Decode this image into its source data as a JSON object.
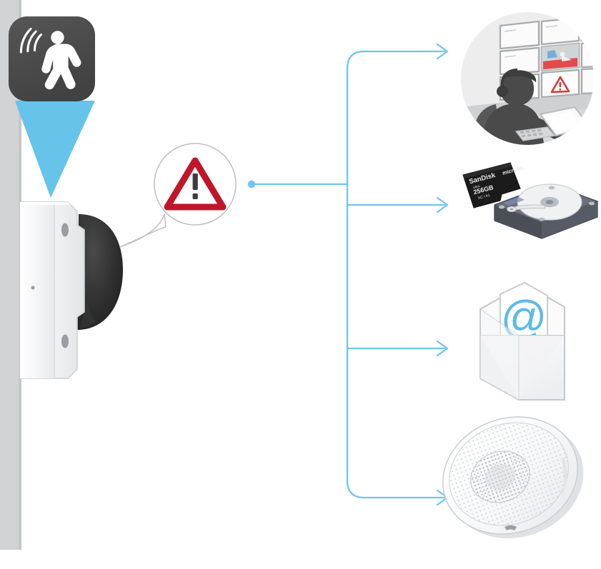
{
  "diagram": {
    "title": "Camera motion detection alert routing",
    "colors": {
      "accent_blue": "#6ec6ef",
      "cone_blue": "#66c3ea",
      "wall_gray": "#d2d3d5",
      "icon_dark": "#4a4a4a",
      "warning_red": "#c0152a",
      "dome_dark": "#2e2e2e",
      "camera_white": "#f4f5f6",
      "outline_gray": "#b6b8ba",
      "circle_bg": "#ededed",
      "drive_body": "#5a5f6a",
      "card_black": "#1b1b1b",
      "background": "#ffffff"
    }
  },
  "source": {
    "motion_icon": {
      "name": "motion-detection-icon",
      "glyph": "walking-person-with-motion-waves",
      "shape": "rounded-square"
    },
    "detection_cone": {
      "name": "detection-cone",
      "shape": "inverted-triangle"
    },
    "camera": {
      "name": "dome-camera",
      "mount": "wall-mounted",
      "view": "side-profile"
    },
    "wall": {
      "name": "wall-surface"
    }
  },
  "alert": {
    "bubble": {
      "name": "alert-speech-bubble",
      "shape": "circle-with-tail"
    },
    "warning_symbol": {
      "name": "warning-triangle-icon",
      "glyph": "!"
    },
    "origin_dot": {
      "name": "connector-origin-dot"
    }
  },
  "routing": {
    "trunk_name": "alert-distribution-trunk",
    "branches": [
      {
        "id": "branch-1",
        "target": "surveillance-operator",
        "arrow": "arrow-right"
      },
      {
        "id": "branch-2",
        "target": "storage-media",
        "arrow": "arrow-right"
      },
      {
        "id": "branch-3",
        "target": "email-notification",
        "arrow": "arrow-right"
      },
      {
        "id": "branch-4",
        "target": "network-speaker",
        "arrow": "arrow-right"
      }
    ]
  },
  "destinations": [
    {
      "id": "surveillance-operator",
      "name": "surveillance-operator-illustration",
      "description": "Security operator at video monitoring wall",
      "elements": [
        "monitor-wall",
        "operator-silhouette",
        "headset",
        "keyboard",
        "alert-on-screen"
      ]
    },
    {
      "id": "storage-media",
      "name": "storage-media-illustration",
      "description": "Memory card and hard disk drive",
      "memory_card": {
        "brand": "SanDisk",
        "line": "Ultra",
        "capacity": "256GB",
        "class_marks": "XC I",
        "speed_marks": "A1"
      },
      "hard_drive": {
        "name": "hard-disk-drive",
        "parts": [
          "platter",
          "spindle",
          "actuator-arm"
        ]
      }
    },
    {
      "id": "email-notification",
      "name": "email-envelope-illustration",
      "description": "Open envelope with at-sign letter",
      "symbol": "@"
    },
    {
      "id": "network-speaker",
      "name": "network-speaker-illustration",
      "description": "Ceiling mounted network horn speaker",
      "elements": [
        "perforated-grille",
        "speaker-cone",
        "mounting-body"
      ]
    }
  ]
}
